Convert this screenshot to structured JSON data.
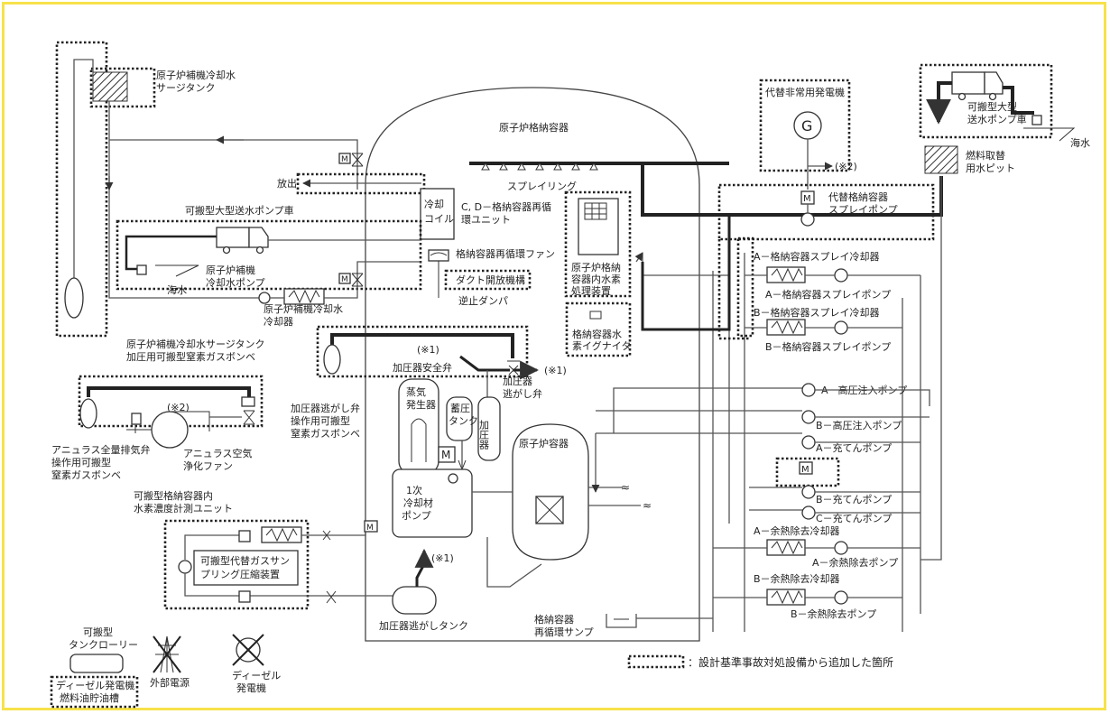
{
  "labels": {
    "surge_tank": [
      "原子炉補機冷却水",
      "サージタンク"
    ],
    "portable_pump_car_left": "可搬型大型送水ポンプ車",
    "discharge": "放出",
    "cooling_coil": [
      "冷却",
      "コイル"
    ],
    "cd_recirc_unit": [
      "C, D－格納容器再循",
      "環ユニット"
    ],
    "recirc_fan": "格納容器再循環ファン",
    "duct_opening": "ダクト開放機構",
    "check_damper": "逆止ダンパ",
    "seawater": "海水",
    "ccw_pump": [
      "原子炉補機",
      "冷却水ポンプ"
    ],
    "ccw_cooler": [
      "原子炉補機冷却水",
      "冷却器"
    ],
    "containment_vessel": "原子炉格納容器",
    "spray_ring": "スプレイリング",
    "hydrogen_treatment": [
      "原子炉格納",
      "容器内水素",
      "処理装置"
    ],
    "hydrogen_igniter": [
      "格納容器水",
      "素イグナイタ"
    ],
    "alt_generator": "代替非常用発電機",
    "generator_symbol": "G",
    "note2_generator": "(※2)",
    "alt_spray_pump": [
      "代替格納容器",
      "スプレイポンプ"
    ],
    "portable_pump_car_right": [
      "可搬型大型",
      "送水ポンプ車"
    ],
    "fuel_pit": [
      "燃料取替",
      "用水ピット"
    ],
    "a_spray_cooler": "A－格納容器スプレイ冷却器",
    "a_spray_pump": "A－格納容器スプレイポンプ",
    "b_spray_cooler": "B－格納容器スプレイ冷却器",
    "b_spray_pump": "B－格納容器スプレイポンプ",
    "a_hp_pump": "A－高圧注入ポンプ",
    "b_hp_pump": "B－高圧注入ポンプ",
    "a_charging_pump": "A－充てんポンプ",
    "b_charging_pump": "B－充てんポンプ",
    "c_charging_pump": "C－充てんポンプ",
    "a_rhr_cooler": "A－余熱除去冷却器",
    "a_rhr_pump": "A－余熱除去ポンプ",
    "b_rhr_cooler": "B－余熱除去冷却器",
    "b_rhr_pump": "B－余熱除去ポンプ",
    "surge_tank_n2": [
      "原子炉補機冷却水サージタンク",
      "加圧用可搬型窒素ガスボンベ"
    ],
    "pressurizer_safety_valve": "加圧器安全弁",
    "pressurizer_relief_valve": [
      "加圧器",
      "逃がし弁"
    ],
    "note1_a": "(※1)",
    "note1_b": "(※1)",
    "note1_c": "(※1)",
    "note2_annulus": "(※2)",
    "steam_generator": [
      "蒸気",
      "発生器"
    ],
    "accumulator": [
      "蓄圧",
      "タンク"
    ],
    "pressurizer": "加圧器",
    "reactor_vessel": "原子炉容器",
    "rcp": [
      "1次",
      "冷却材",
      "ポンプ"
    ],
    "relief_valve_n2": [
      "加圧器逃がし弁",
      "操作用可搬型",
      "窒素ガスボンベ"
    ],
    "annulus_valve_n2": [
      "アニュラス全量排気弁",
      "操作用可搬型",
      "窒素ガスボンベ"
    ],
    "annulus_fan": [
      "アニュラス空気",
      "浄化ファン"
    ],
    "h2_monitor": [
      "可搬型格納容器内",
      "水素濃度計測ユニット"
    ],
    "gas_sampler": [
      "可搬型代替ガスサン",
      "プリング圧縮装置"
    ],
    "relief_tank": "加圧器逃がしタンク",
    "sump": [
      "格納容器",
      "再循環サンプ"
    ],
    "tank_lorry": [
      "可搬型",
      "タンクローリー"
    ],
    "diesel_fuel_tank": [
      "ディーゼル発電機",
      "燃料油貯油槽"
    ],
    "offsite_power": "外部電源",
    "diesel_generator": [
      "ディーゼル",
      "発電機"
    ],
    "motor_symbol": "M",
    "legend_text": "：設計基準事故対処設備から追加した箇所"
  },
  "colors": {
    "frame": "#f7e24a",
    "line": "#222222",
    "pipe": "#555555"
  }
}
